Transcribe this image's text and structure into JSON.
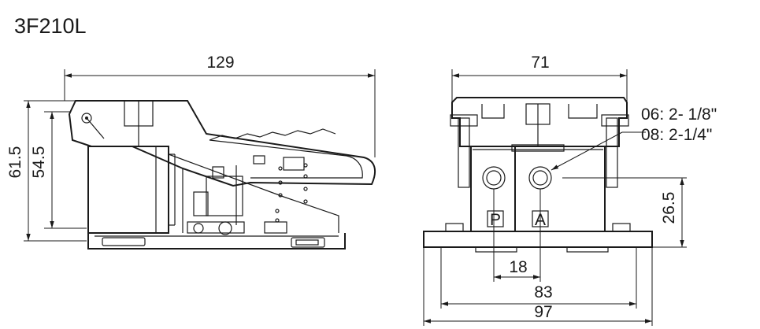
{
  "model": "3F210L",
  "side_view": {
    "overall_length": "129",
    "overall_height": "61.5",
    "pedal_height": "54.5"
  },
  "front_view": {
    "width": "71",
    "port_height": "26.5",
    "port_spacing": "18",
    "mount_hole_spacing": "83",
    "base_width": "97",
    "port_callout_06": "06: 2- 1/8\"",
    "port_callout_08": "08: 2-1/4\"",
    "port_label_p": "P",
    "port_label_a": "A"
  }
}
